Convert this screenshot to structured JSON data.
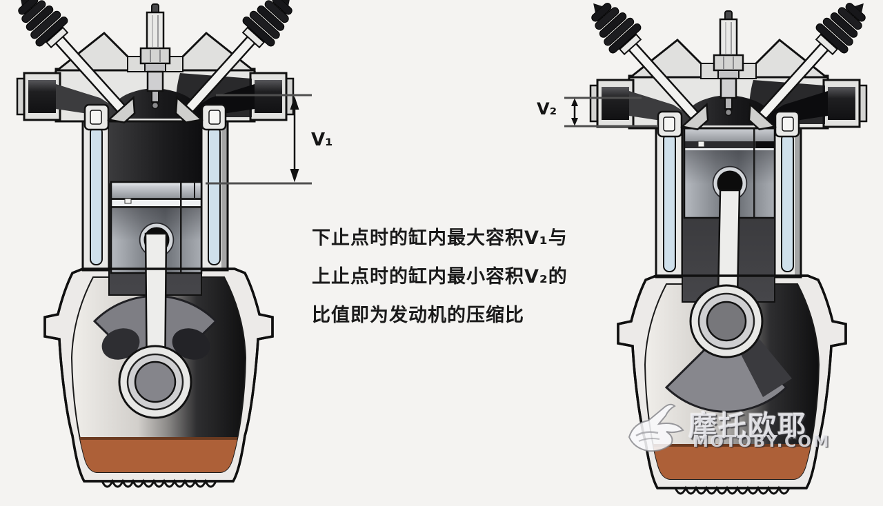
{
  "figure": {
    "type": "engine-compression-ratio-diagram",
    "left_engine": "piston-at-bottom-dead-center",
    "right_engine": "piston-at-top-dead-center"
  },
  "annotations": {
    "v1_label": "V₁",
    "v2_label": "V₂"
  },
  "description": {
    "lines": [
      "下止点时的缸内最大容积V₁与",
      "上止点时的缸内最小容积V₂的",
      "比值即为发动机的压缩比"
    ]
  },
  "watermark": {
    "brand_cn": "摩托欧耶",
    "brand_url": "MOTOBY.COM"
  },
  "colors": {
    "background": "#f4f3f1",
    "oil": "#ad6038",
    "coolant_slot": "#cfe0eb",
    "metal_light": "#e8e8e6",
    "chamber_dark": "#141416",
    "dimension_line": "#4f4f4f"
  }
}
